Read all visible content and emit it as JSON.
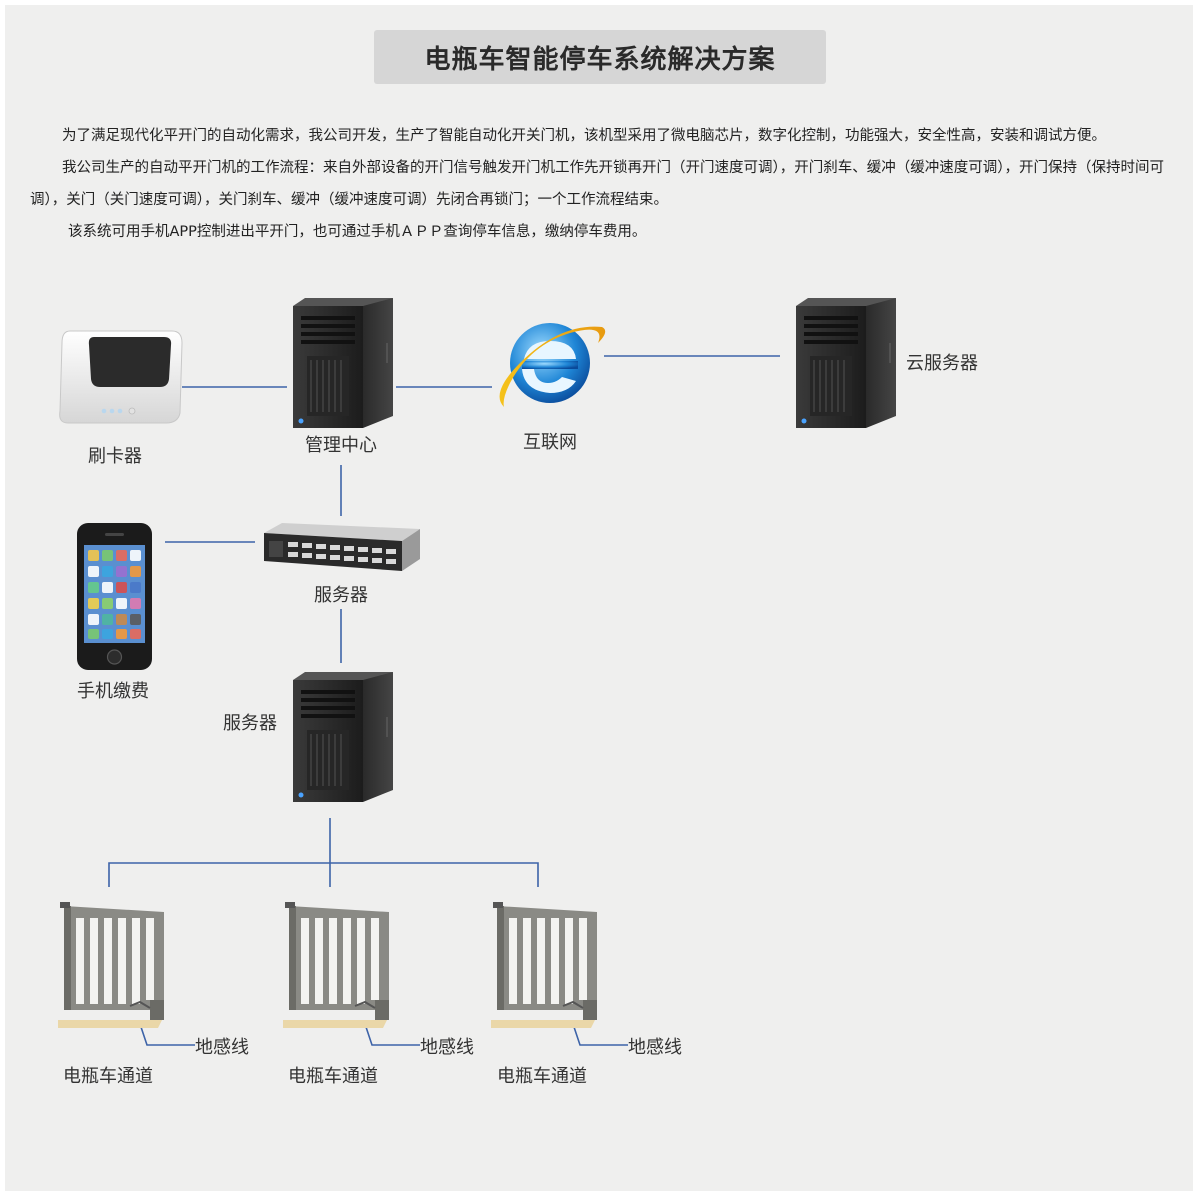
{
  "title": "电瓶车智能停车系统解决方案",
  "paragraphs": [
    "为了满足现代化平开门的自动化需求，我公司开发，生产了智能自动化开关门机，该机型采用了微电脑芯片，数字化控制，功能强大，安全性高，安装和调试方便。",
    "我公司生产的自动平开门机的工作流程：来自外部设备的开门信号触发开门机工作先开锁再开门（开门速度可调），开门刹车、缓冲（缓冲速度可调），开门保持（保持时间可调），关门（关门速度可调），关门刹车、缓冲（缓冲速度可调）先闭合再锁门；一个工作流程结束。",
    "该系统可用手机APP控制进出平开门，也可通过手机ＡＰＰ查询停车信息，缴纳停车费用。"
  ],
  "nodes": {
    "card_reader": "刷卡器",
    "management_center": "管理中心",
    "internet": "互联网",
    "cloud_server": "云服务器",
    "mobile_payment": "手机缴费",
    "rack_server": "服务器",
    "tower_server": "服务器"
  },
  "channels": [
    {
      "name": "电瓶车通道",
      "sensor": "地感线"
    },
    {
      "name": "电瓶车通道",
      "sensor": "地感线"
    },
    {
      "name": "电瓶车通道",
      "sensor": "地感线"
    }
  ],
  "colors": {
    "connector": "#3d63a8",
    "tower": "#2b2b2b",
    "background": "#efefee"
  }
}
